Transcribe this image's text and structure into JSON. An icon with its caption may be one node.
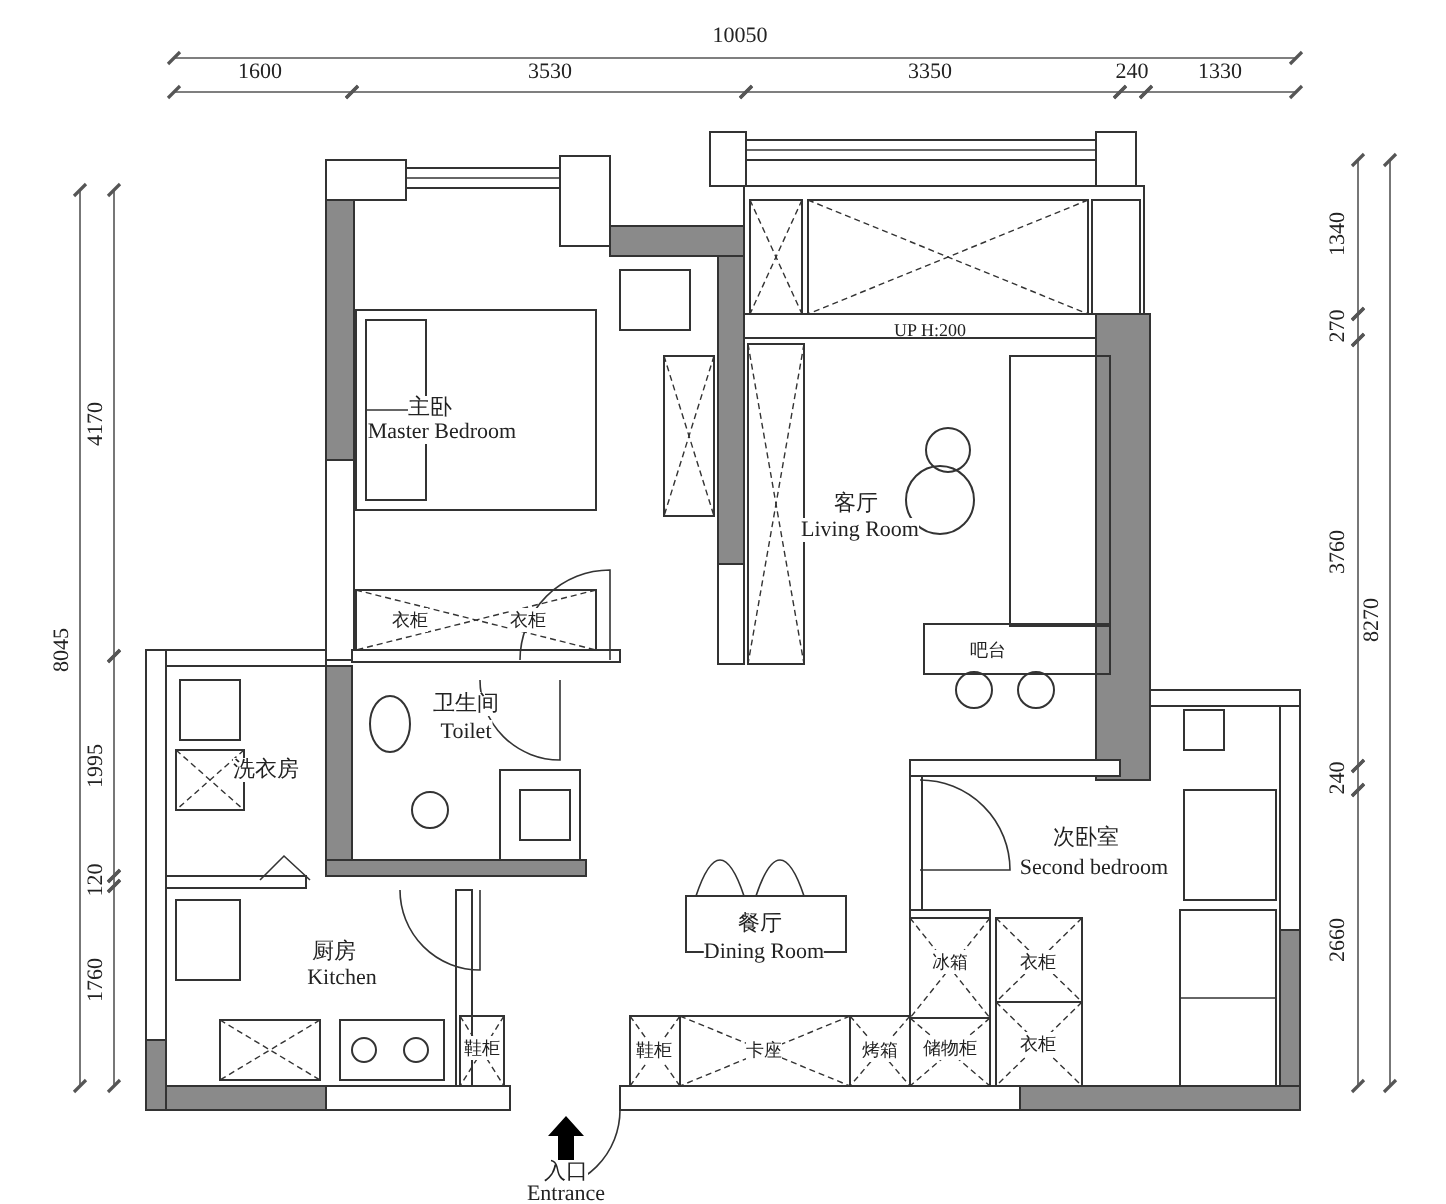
{
  "diagram": {
    "labels": [
      "10050",
      "1600",
      "3530",
      "3350",
      "240",
      "1330",
      "1340",
      "UP H:200",
      "270",
      "主卧",
      "Master Bedroom",
      "4170",
      "客厅",
      "Living Room",
      "3760",
      "8270",
      "衣柜",
      "衣柜",
      "8045",
      "吧台",
      "卫生间",
      "Toilet",
      "1995",
      "洗衣房",
      "240",
      "次卧室",
      "Second bedroom",
      "120",
      "餐厅",
      "Dining Room",
      "2660",
      "厨房",
      "Kitchen",
      "冰箱",
      "衣柜",
      "1760",
      "鞋柜",
      "鞋柜",
      "卡座",
      "烤箱",
      "储物柜",
      "衣柜",
      "入口",
      "Entrance"
    ]
  }
}
